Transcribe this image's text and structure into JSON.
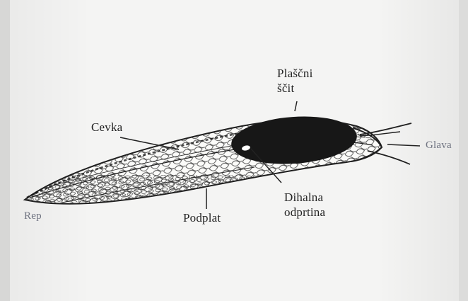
{
  "labels": {
    "placni_scit_line1": "Plaščni",
    "placni_scit_line2": "ščit",
    "cevka": "Cevka",
    "glava": "Glava",
    "dihalna_line1": "Dihalna",
    "dihalna_line2": "odprtina",
    "rep": "Rep",
    "podplat": "Podplat"
  },
  "colors": {
    "paper": "#f4f4f3",
    "ink": "#242424",
    "shield": "#171717",
    "muted_label": "#6f7380"
  }
}
